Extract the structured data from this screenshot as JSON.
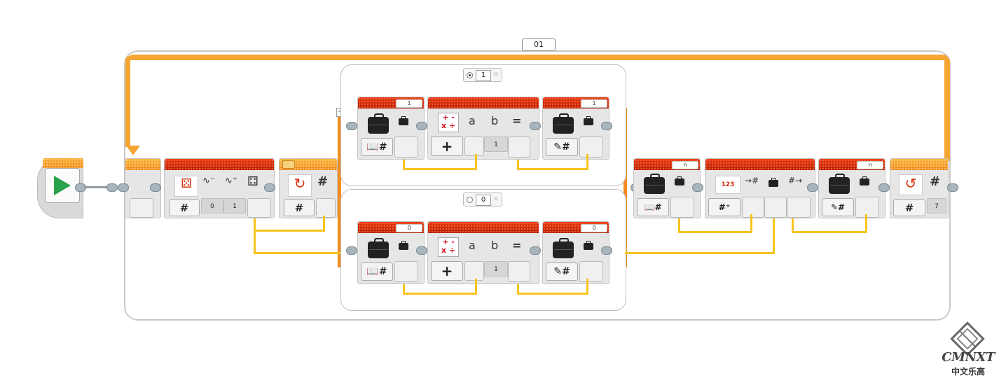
{
  "loop": {
    "counter_label": "01"
  },
  "switch": {
    "case_true": {
      "value": "1",
      "close": "×"
    },
    "case_false": {
      "value": "0",
      "close": "×"
    },
    "add_case": "+"
  },
  "random_block": {
    "lower": "0",
    "upper": "1",
    "mode": "#"
  },
  "loop_interrupt_block": {
    "mode": "#"
  },
  "case_true": {
    "read_var": {
      "name": "1",
      "mode": "#"
    },
    "math": {
      "a": "a",
      "b": "b",
      "eq": "=",
      "op": "+",
      "value": "1"
    },
    "write_var": {
      "name": "1",
      "mode": "#"
    }
  },
  "case_false": {
    "read_var": {
      "name": "0",
      "mode": "#"
    },
    "math": {
      "a": "a",
      "b": "b",
      "eq": "=",
      "op": "+",
      "value": "1"
    },
    "write_var": {
      "name": "0",
      "mode": "#"
    }
  },
  "after_switch": {
    "read_array": {
      "name": "n"
    },
    "array_op": {
      "name": ""
    },
    "write_array": {
      "name": "n"
    },
    "loop_interrupt": {
      "mode": "#",
      "value": "7"
    }
  },
  "logo": {
    "text": "CMNXT",
    "sub": "中文乐高"
  },
  "colors": {
    "block_red": "#d8300f",
    "flow_orange": "#f28b20",
    "wire_yellow": "#f6c41e",
    "start_green": "#2aa24c"
  }
}
